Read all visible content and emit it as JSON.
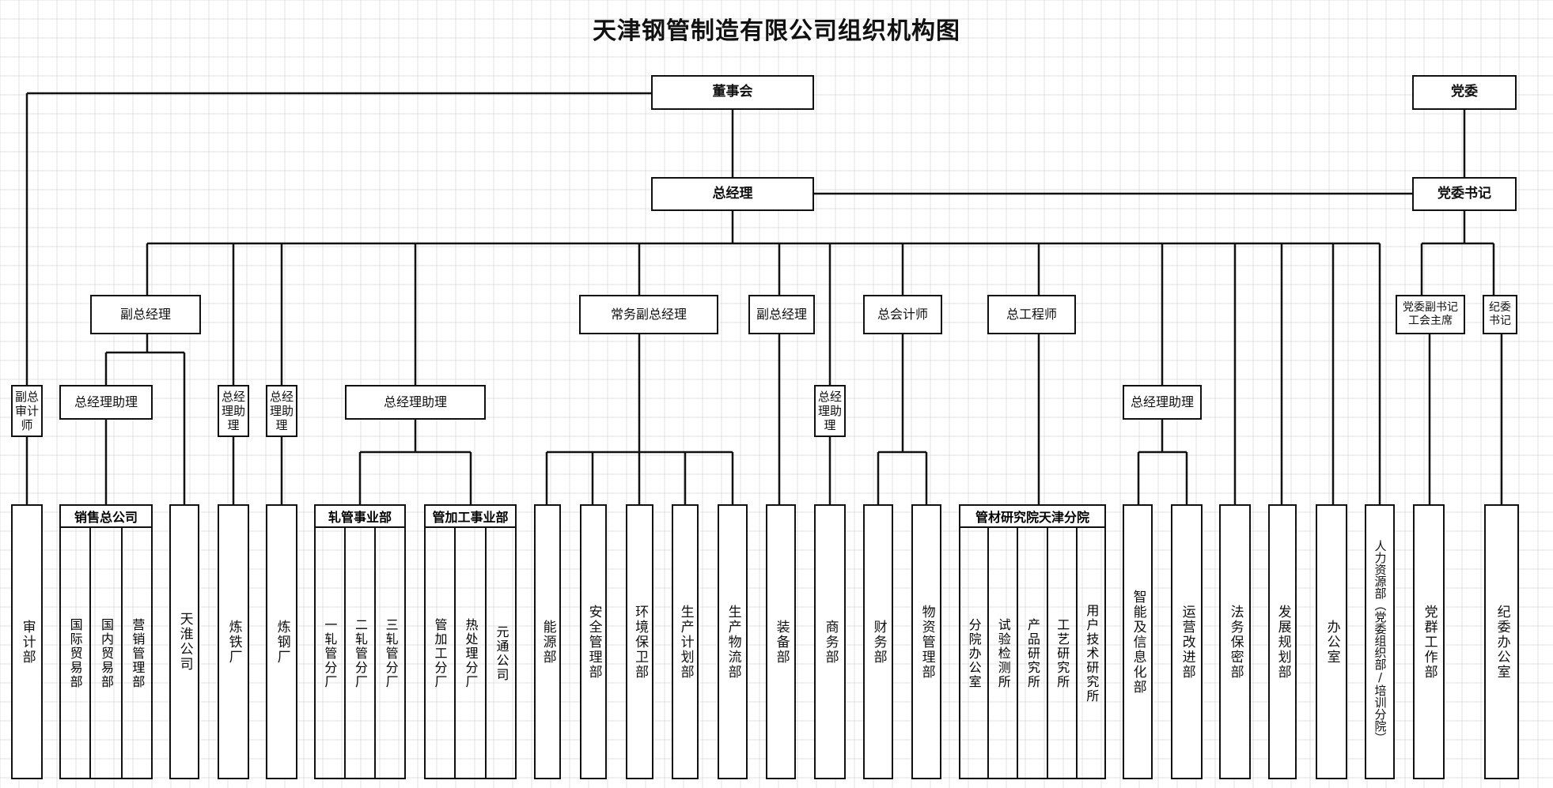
{
  "title": "天津钢管制造有限公司组织机构图",
  "top": {
    "board": "董事会",
    "party": "党委",
    "gm": "总经理",
    "party_secretary": "党委书记"
  },
  "mid": {
    "vgm1": "副总经理",
    "exec_vgm": "常务副总经理",
    "vgm2": "副总经理",
    "chief_accountant": "总会计师",
    "chief_engineer": "总工程师",
    "deputy_party_secretary": "党委副书记工会主席",
    "discipline_secretary": "纪委书记"
  },
  "lower": {
    "deputy_chief_auditor": "副总审计师",
    "gm_assistant_sales": "总经理助理",
    "gm_assistant_iron": "总经理助理",
    "gm_assistant_steel": "总经理助理",
    "gm_assistant_pipe": "总经理助理",
    "gm_assistant_commerce": "总经理助理",
    "gm_assistant_info": "总经理助理"
  },
  "groups": {
    "sales": {
      "header": "销售总公司",
      "items": [
        "国际贸易部",
        "国内贸易部",
        "营销管理部"
      ]
    },
    "rolling": {
      "header": "轧管事业部",
      "items": [
        "一轧管分厂",
        "二轧管分厂",
        "三轧管分厂"
      ]
    },
    "processing": {
      "header": "管加工事业部",
      "items": [
        "管加工分厂",
        "热处理分厂",
        "元通公司"
      ]
    },
    "research": {
      "header": "管材研究院天津分院",
      "items": [
        "分院办公室",
        "试验检测所",
        "产品研究所",
        "工艺研究所",
        "用户技术研究所"
      ]
    }
  },
  "depts": {
    "audit": "审计部",
    "tianhuai": "天淮公司",
    "iron": "炼铁厂",
    "steel": "炼钢厂",
    "energy": "能源部",
    "safety": "安全管理部",
    "env": "环境保卫部",
    "plan": "生产计划部",
    "logistics": "生产物流部",
    "equipment": "装备部",
    "commerce": "商务部",
    "finance": "财务部",
    "materials": "物资管理部",
    "info": "智能及信息化部",
    "improve": "运营改进部",
    "legal": "法务保密部",
    "strategy": "发展规划部",
    "office": "办公室",
    "hr": "人力资源部（党委组织部/培训分院）",
    "mass": "党群工作部",
    "discipline_office": "纪委办公室"
  }
}
